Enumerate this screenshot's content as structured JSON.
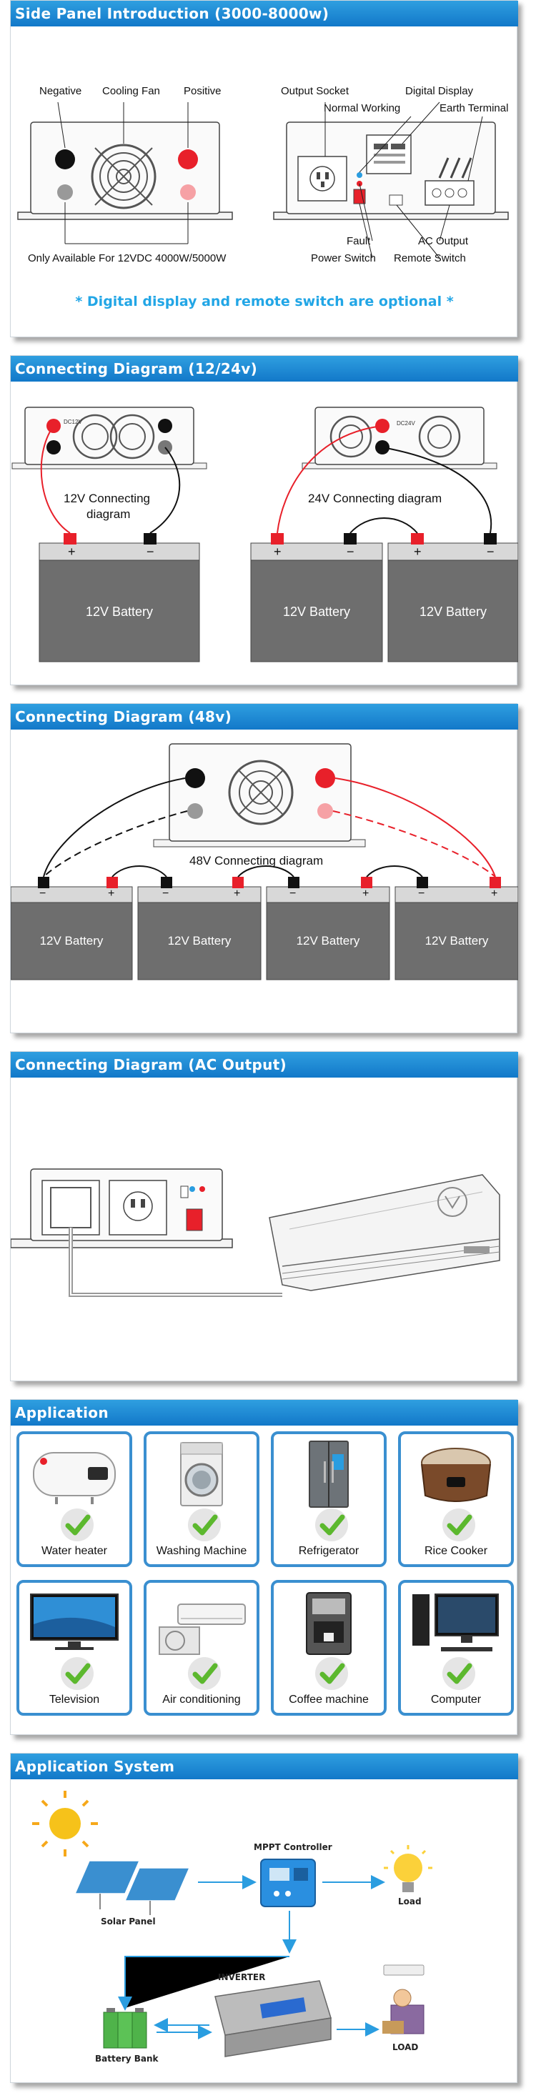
{
  "sections": {
    "side_panel": {
      "title": "Side Panel Introduction (3000-8000w)",
      "labels": {
        "negative": "Negative",
        "cooling_fan": "Cooling Fan",
        "positive": "Positive",
        "output_socket": "Output Socket",
        "digital_display": "Digital Display",
        "normal_working": "Normal Working",
        "earth_terminal": "Earth Terminal",
        "fault": "Fault",
        "ac_output": "AC Output",
        "power_switch": "Power Switch",
        "remote_switch": "Remote Switch",
        "only_available": "Only Available For 12VDC 4000W/5000W"
      },
      "note": "* Digital display and remote switch are optional *"
    },
    "diagram_12_24": {
      "title": "Connecting Diagram (12/24v)",
      "left_caption_1": "12V Connecting",
      "left_caption_2": "diagram",
      "right_caption": "24V Connecting diagram",
      "battery_label": "12V Battery",
      "plus": "+",
      "minus": "−",
      "panel_mark_left": "DC12V",
      "panel_mark_right": "DC24V"
    },
    "diagram_48": {
      "title": "Connecting Diagram (48v)",
      "caption": "48V Connecting diagram",
      "battery_label": "12V Battery"
    },
    "diagram_ac": {
      "title": "Connecting Diagram (AC Output)"
    },
    "application": {
      "title": "Application",
      "items": [
        {
          "label": "Water heater",
          "icon": "water-heater-icon"
        },
        {
          "label": "Washing Machine",
          "icon": "washing-machine-icon"
        },
        {
          "label": "Refrigerator",
          "icon": "refrigerator-icon"
        },
        {
          "label": "Rice Cooker",
          "icon": "rice-cooker-icon"
        },
        {
          "label": "Television",
          "icon": "television-icon"
        },
        {
          "label": "Air conditioning",
          "icon": "air-conditioner-icon"
        },
        {
          "label": "Coffee machine",
          "icon": "coffee-machine-icon"
        },
        {
          "label": "Computer",
          "icon": "computer-icon"
        }
      ]
    },
    "application_system": {
      "title": "Application System",
      "labels": {
        "solar_panel": "Solar Panel",
        "mppt": "MPPT Controller",
        "load_top": "Load",
        "inverter": "INVERTER",
        "battery_bank": "Battery Bank",
        "load_bottom": "LOAD"
      }
    }
  },
  "colors": {
    "header_blue": "#1a86d6",
    "note_blue": "#22a6e6",
    "card_border": "#3a8fd0",
    "check_green": "#5cb82e",
    "battery_gray": "#6e6e6e",
    "terminal_red": "#e8202a"
  }
}
